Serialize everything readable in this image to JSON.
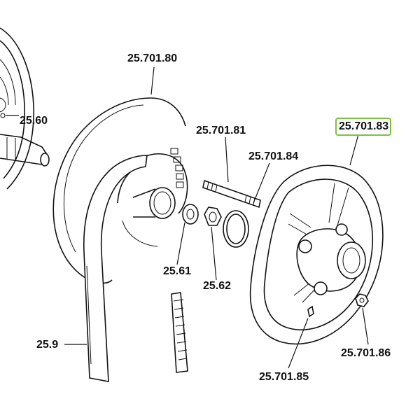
{
  "diagram": {
    "labels": {
      "p25_60": "25.60",
      "p25_701_80": "25.701.80",
      "p25_701_81": "25.701.81",
      "p25_701_84": "25.701.84",
      "p25_701_83": "25.701.83",
      "p25_61": "25.61",
      "p25_62": "25.62",
      "p25_9": "25.9",
      "p25_701_85": "25.701.85",
      "p25_701_86": "25.701.86"
    },
    "highlighted_label": "25.701.83",
    "highlight_color": "#7cc142",
    "line_color": "#111111"
  }
}
